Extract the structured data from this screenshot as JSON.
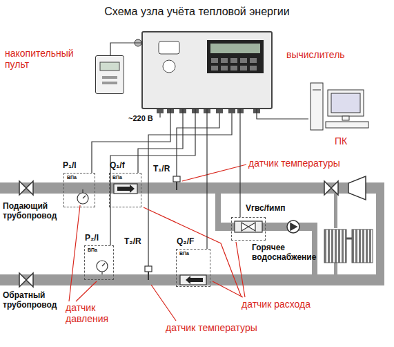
{
  "diagram": {
    "title": "Схема узла учёта тепловой энергии",
    "nodes": [
      {
        "text": [
          "накопительный пульт"
        ]
      },
      {
        "text": [
          "вычислитель"
        ]
      },
      {
        "text": [
          "ПК"
        ]
      },
      {
        "text": [
          "P₁/I",
          "ВПа"
        ]
      },
      {
        "text": [
          "Q₁/f",
          "ВПа"
        ]
      },
      {
        "text": [
          "Vгвс/fимп"
        ]
      },
      {
        "text": [
          "P₂/I",
          "ВПа"
        ]
      },
      {
        "text": [
          "Q₂/F",
          "ВПа"
        ]
      }
    ],
    "edges": [
      {
        "from": 0,
        "to": 1,
        "arrow": "none"
      },
      {
        "from": 2,
        "to": 1,
        "arrow": "none"
      },
      {
        "from": 3,
        "to": 1,
        "arrow": "none"
      },
      {
        "from": 4,
        "to": 1,
        "arrow": "none"
      },
      {
        "from": 5,
        "to": 1,
        "arrow": "none"
      },
      {
        "from": 6,
        "to": 1,
        "arrow": "none"
      },
      {
        "from": 7,
        "to": 1,
        "arrow": "none"
      }
    ],
    "labels": [
      "~220 В",
      "T₁/R",
      "T₂/R",
      "Подающий трубопровод",
      "Обратный трубопровод",
      "Горячее водоснабжение",
      "датчик температуры",
      "датчик расхода",
      "датчик давления",
      "датчик температуры"
    ]
  }
}
